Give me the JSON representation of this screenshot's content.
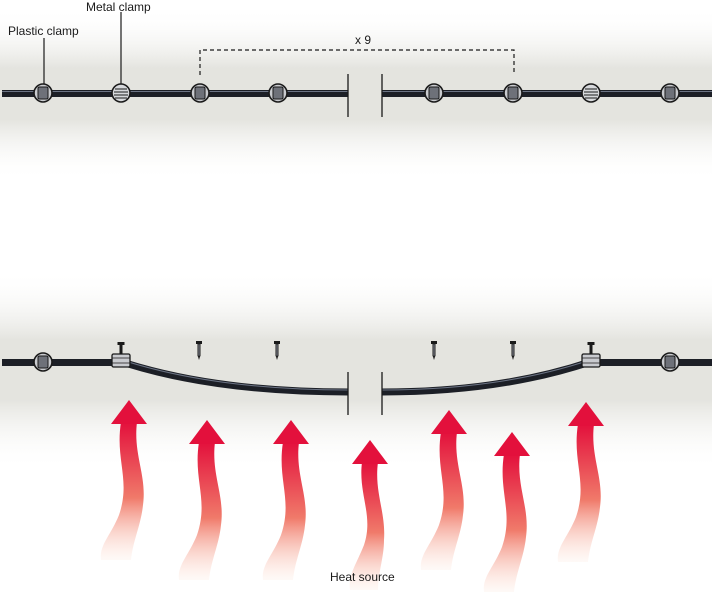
{
  "labels": {
    "metal_clamp": "Metal clamp",
    "plastic_clamp": "Plastic clamp",
    "repeat_count": "x 9",
    "heat_source": "Heat source"
  },
  "colors": {
    "background_band": "#e4e4df",
    "pipe": "#1c1f26",
    "pipe_highlight": "#6b7384",
    "clamp_fill": "#7d8088",
    "heat_arrow": "#e3103c"
  },
  "panels": [
    {
      "name": "clamped-pipe",
      "description_state": "cold"
    },
    {
      "name": "heated-pipe",
      "description_state": "heated"
    }
  ]
}
